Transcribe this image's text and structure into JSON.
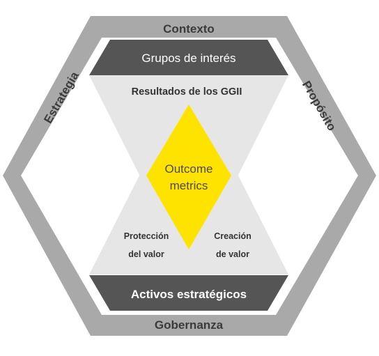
{
  "diagram": {
    "labels": {
      "top": "Contexto",
      "bottom": "Gobernanza",
      "left": "Estrategia",
      "right": "Propósito",
      "top_band": "Grupos de interés",
      "bottom_band": "Activos estratégicos",
      "results": "Resultados de los GGII",
      "center_line1": "Outcome",
      "center_line2": "metrics",
      "left_value_line1": "Protección",
      "left_value_line2": "del valor",
      "right_value_line1": "Creación",
      "right_value_line2": "de valor"
    },
    "colors": {
      "hex_frame": "#a9a9a9",
      "inner_white": "#ffffff",
      "bands": "#555555",
      "hourglass": "#e6e6e6",
      "diamond": "#ffe300",
      "frame_text": "#3b3b3b",
      "band_text": "#ffffff",
      "inner_text": "#333333",
      "center_text": "#4a4a4a"
    }
  }
}
